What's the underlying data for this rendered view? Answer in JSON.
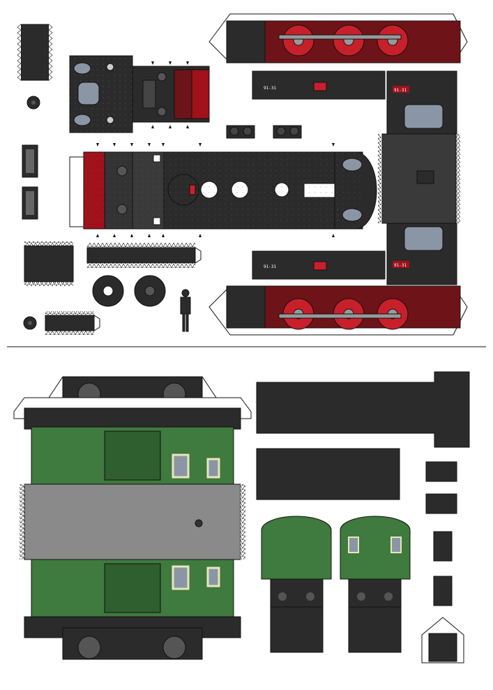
{
  "sheet": {
    "subject": "paper model cut-out sheet of a steam tank locomotive and a green passenger coach",
    "colors": {
      "black": "#2b2b2b",
      "dark_gray": "#3a3a3a",
      "mid_gray": "#4a4a4a",
      "light_gray": "#7a7d80",
      "window_gray": "#8a96a6",
      "red": "#a0111a",
      "dark_red": "#6e1418",
      "wheel_red": "#c8202a",
      "green": "#3f7a3e",
      "green_dark": "#2f5e2f",
      "roof_gray": "#8a8a8a",
      "cream": "#e9e6b8",
      "outline": "#111111",
      "paper": "#ffffff"
    },
    "plates": {
      "cab_number_left": "91-31",
      "cab_number_right": "91-31",
      "tender_mark_left": "91-31",
      "tender_mark_right": "91-31"
    }
  }
}
